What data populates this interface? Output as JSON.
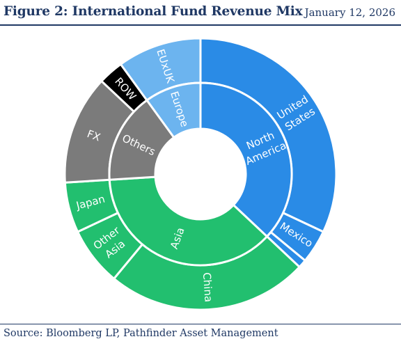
{
  "header": {
    "title": "Figure 2: International Fund Revenue Mix",
    "date": "January 12, 2026"
  },
  "footer": {
    "source": "Source: Bloomberg LP, Pathfinder Asset Management"
  },
  "chart_data": {
    "type": "sunburst",
    "title": "Figure 2: International Fund Revenue Mix",
    "inner": [
      {
        "name": "North America",
        "lines": [
          "North",
          "America"
        ],
        "value": 37,
        "color": "#2a8be6"
      },
      {
        "name": "Asia",
        "lines": [
          "Asia"
        ],
        "value": 37,
        "color": "#22bf6f"
      },
      {
        "name": "Others",
        "lines": [
          "Others"
        ],
        "value": 16,
        "color": "#7b7b7b"
      },
      {
        "name": "Europe",
        "lines": [
          "Europe"
        ],
        "value": 10,
        "color": "#6cb4ef"
      }
    ],
    "outer": [
      {
        "name": "United States",
        "lines": [
          "United",
          "States"
        ],
        "parent": "North America",
        "value": 32,
        "color": "#2a8be6"
      },
      {
        "name": "Mexico",
        "lines": [
          "Mexico"
        ],
        "parent": "North America",
        "value": 4,
        "color": "#2a8be6"
      },
      {
        "name": "",
        "lines": [],
        "parent": "North America",
        "value": 1,
        "color": "#2a8be6"
      },
      {
        "name": "China",
        "lines": [
          "China"
        ],
        "parent": "Asia",
        "value": 24,
        "color": "#22bf6f"
      },
      {
        "name": "Other Asia",
        "lines": [
          "Other",
          "Asia"
        ],
        "parent": "Asia",
        "value": 7,
        "color": "#22bf6f"
      },
      {
        "name": "Japan",
        "lines": [
          "Japan"
        ],
        "parent": "Asia",
        "value": 6,
        "color": "#22bf6f"
      },
      {
        "name": "FX",
        "lines": [
          "FX"
        ],
        "parent": "Others",
        "value": 13,
        "color": "#7b7b7b"
      },
      {
        "name": "ROW",
        "lines": [
          "ROW"
        ],
        "parent": "Others",
        "value": 3,
        "color": "#000000"
      },
      {
        "name": "EUxUK",
        "lines": [
          "EUxUK"
        ],
        "parent": "Europe",
        "value": 10,
        "color": "#6cb4ef"
      }
    ]
  }
}
